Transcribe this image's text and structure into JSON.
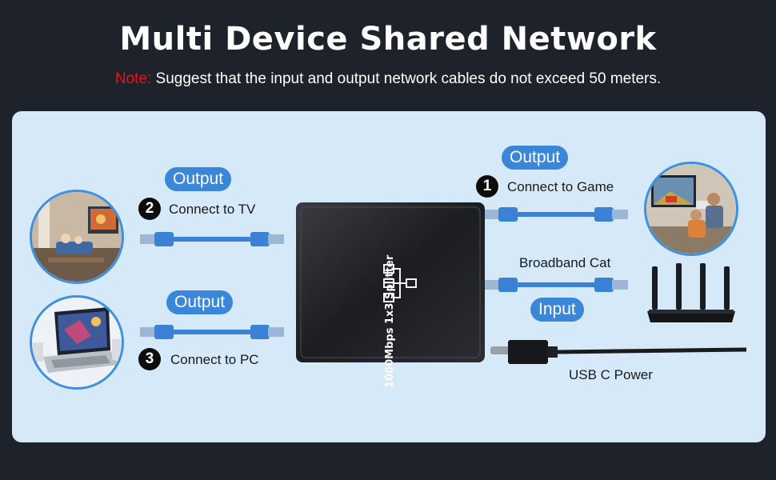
{
  "title": "Multi Device Shared Network",
  "note": {
    "label": "Note:",
    "text": " Suggest that the input and output network cables do not exceed 50 meters."
  },
  "splitter_label": "1000Mbps 1x3 Splitter",
  "connections": {
    "output_game": {
      "tag": "Output",
      "number": "1",
      "label": "Connect to Game"
    },
    "output_tv": {
      "tag": "Output",
      "number": "2",
      "label": "Connect to TV"
    },
    "output_pc": {
      "tag": "Output",
      "number": "3",
      "label": "Connect to PC"
    },
    "input": {
      "tag": "Input",
      "label": "Broadband Cat"
    },
    "power": {
      "label": "USB C Power"
    }
  },
  "colors": {
    "background": "#1e222b",
    "panel": "#d5e9f8",
    "pill": "#3a86d9",
    "note_label": "#e8141a",
    "cable": "#3b82d6"
  },
  "icons": {
    "tv_room": "tv-room-photo-icon",
    "laptop": "laptop-photo-icon",
    "gaming": "gaming-photo-icon",
    "router": "router-icon",
    "usb_c": "usb-c-cable-icon"
  }
}
